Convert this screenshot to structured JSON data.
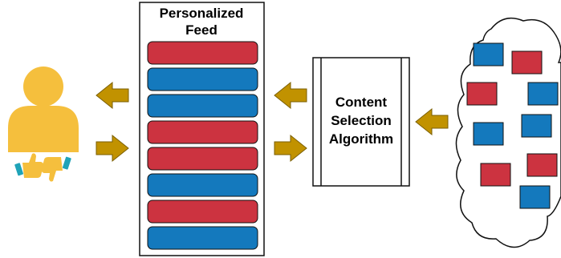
{
  "feed": {
    "title_line1": "Personalized",
    "title_line2": "Feed",
    "items": [
      "red",
      "blue",
      "blue",
      "red",
      "red",
      "blue",
      "red",
      "blue"
    ]
  },
  "algorithm": {
    "line1": "Content",
    "line2": "Selection",
    "line3": "Algorithm"
  },
  "colors": {
    "red": "#CC3340",
    "blue": "#1479BD",
    "arrow": "#C19200",
    "user": "#F5BF3D",
    "thumb": "#F5BF3D",
    "cuff": "#1FA3B8"
  },
  "icons": {
    "user": "user-icon",
    "thumbs_up": "thumbs-up-icon",
    "thumbs_down": "thumbs-down-icon",
    "cloud": "content-pool-cloud"
  },
  "pool_items": [
    "blue",
    "red",
    "red",
    "blue",
    "blue",
    "blue",
    "red",
    "red",
    "blue"
  ]
}
